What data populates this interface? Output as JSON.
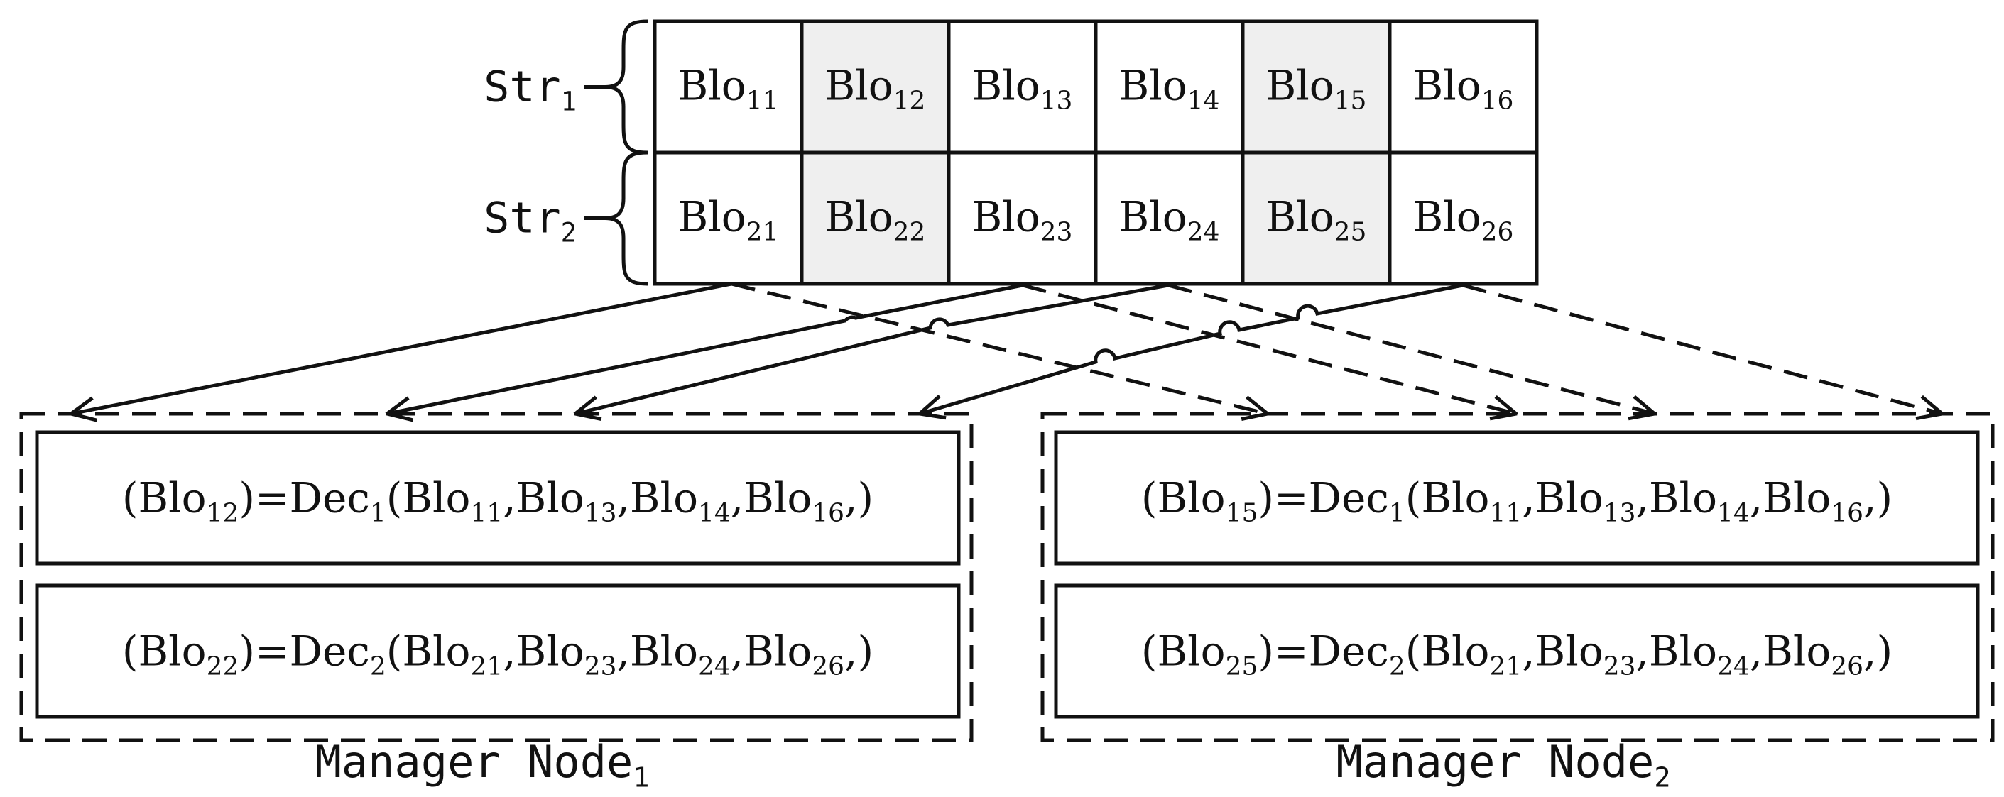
{
  "grid": {
    "rows": [
      {
        "label": "Str",
        "label_sub": "1",
        "cells": [
          {
            "text": "Blo",
            "sub": "11",
            "shaded": false
          },
          {
            "text": "Blo",
            "sub": "12",
            "shaded": true
          },
          {
            "text": "Blo",
            "sub": "13",
            "shaded": false
          },
          {
            "text": "Blo",
            "sub": "14",
            "shaded": false
          },
          {
            "text": "Blo",
            "sub": "15",
            "shaded": true
          },
          {
            "text": "Blo",
            "sub": "16",
            "shaded": false
          }
        ]
      },
      {
        "label": "Str",
        "label_sub": "2",
        "cells": [
          {
            "text": "Blo",
            "sub": "21",
            "shaded": false
          },
          {
            "text": "Blo",
            "sub": "22",
            "shaded": true
          },
          {
            "text": "Blo",
            "sub": "23",
            "shaded": false
          },
          {
            "text": "Blo",
            "sub": "24",
            "shaded": false
          },
          {
            "text": "Blo",
            "sub": "25",
            "shaded": true
          },
          {
            "text": "Blo",
            "sub": "26",
            "shaded": false
          }
        ]
      }
    ]
  },
  "nodes": [
    {
      "label": "Manager Node",
      "label_sub": "1",
      "equations": [
        {
          "target": "12",
          "dec": "1",
          "args": [
            "11",
            "13",
            "14",
            "16"
          ]
        },
        {
          "target": "22",
          "dec": "2",
          "args": [
            "21",
            "23",
            "24",
            "26"
          ]
        }
      ]
    },
    {
      "label": "Manager Node",
      "label_sub": "2",
      "equations": [
        {
          "target": "15",
          "dec": "1",
          "args": [
            "11",
            "13",
            "14",
            "16"
          ]
        },
        {
          "target": "25",
          "dec": "2",
          "args": [
            "21",
            "23",
            "24",
            "26"
          ]
        }
      ]
    }
  ],
  "eq_parts": {
    "block": "Blo",
    "dec": "Dec",
    "open": "(",
    "close": ")",
    "comma": ",",
    "equals": "=",
    "trail": ",)"
  },
  "colors": {
    "shade": "#efefef",
    "stroke": "#111111",
    "background": "#ffffff"
  }
}
